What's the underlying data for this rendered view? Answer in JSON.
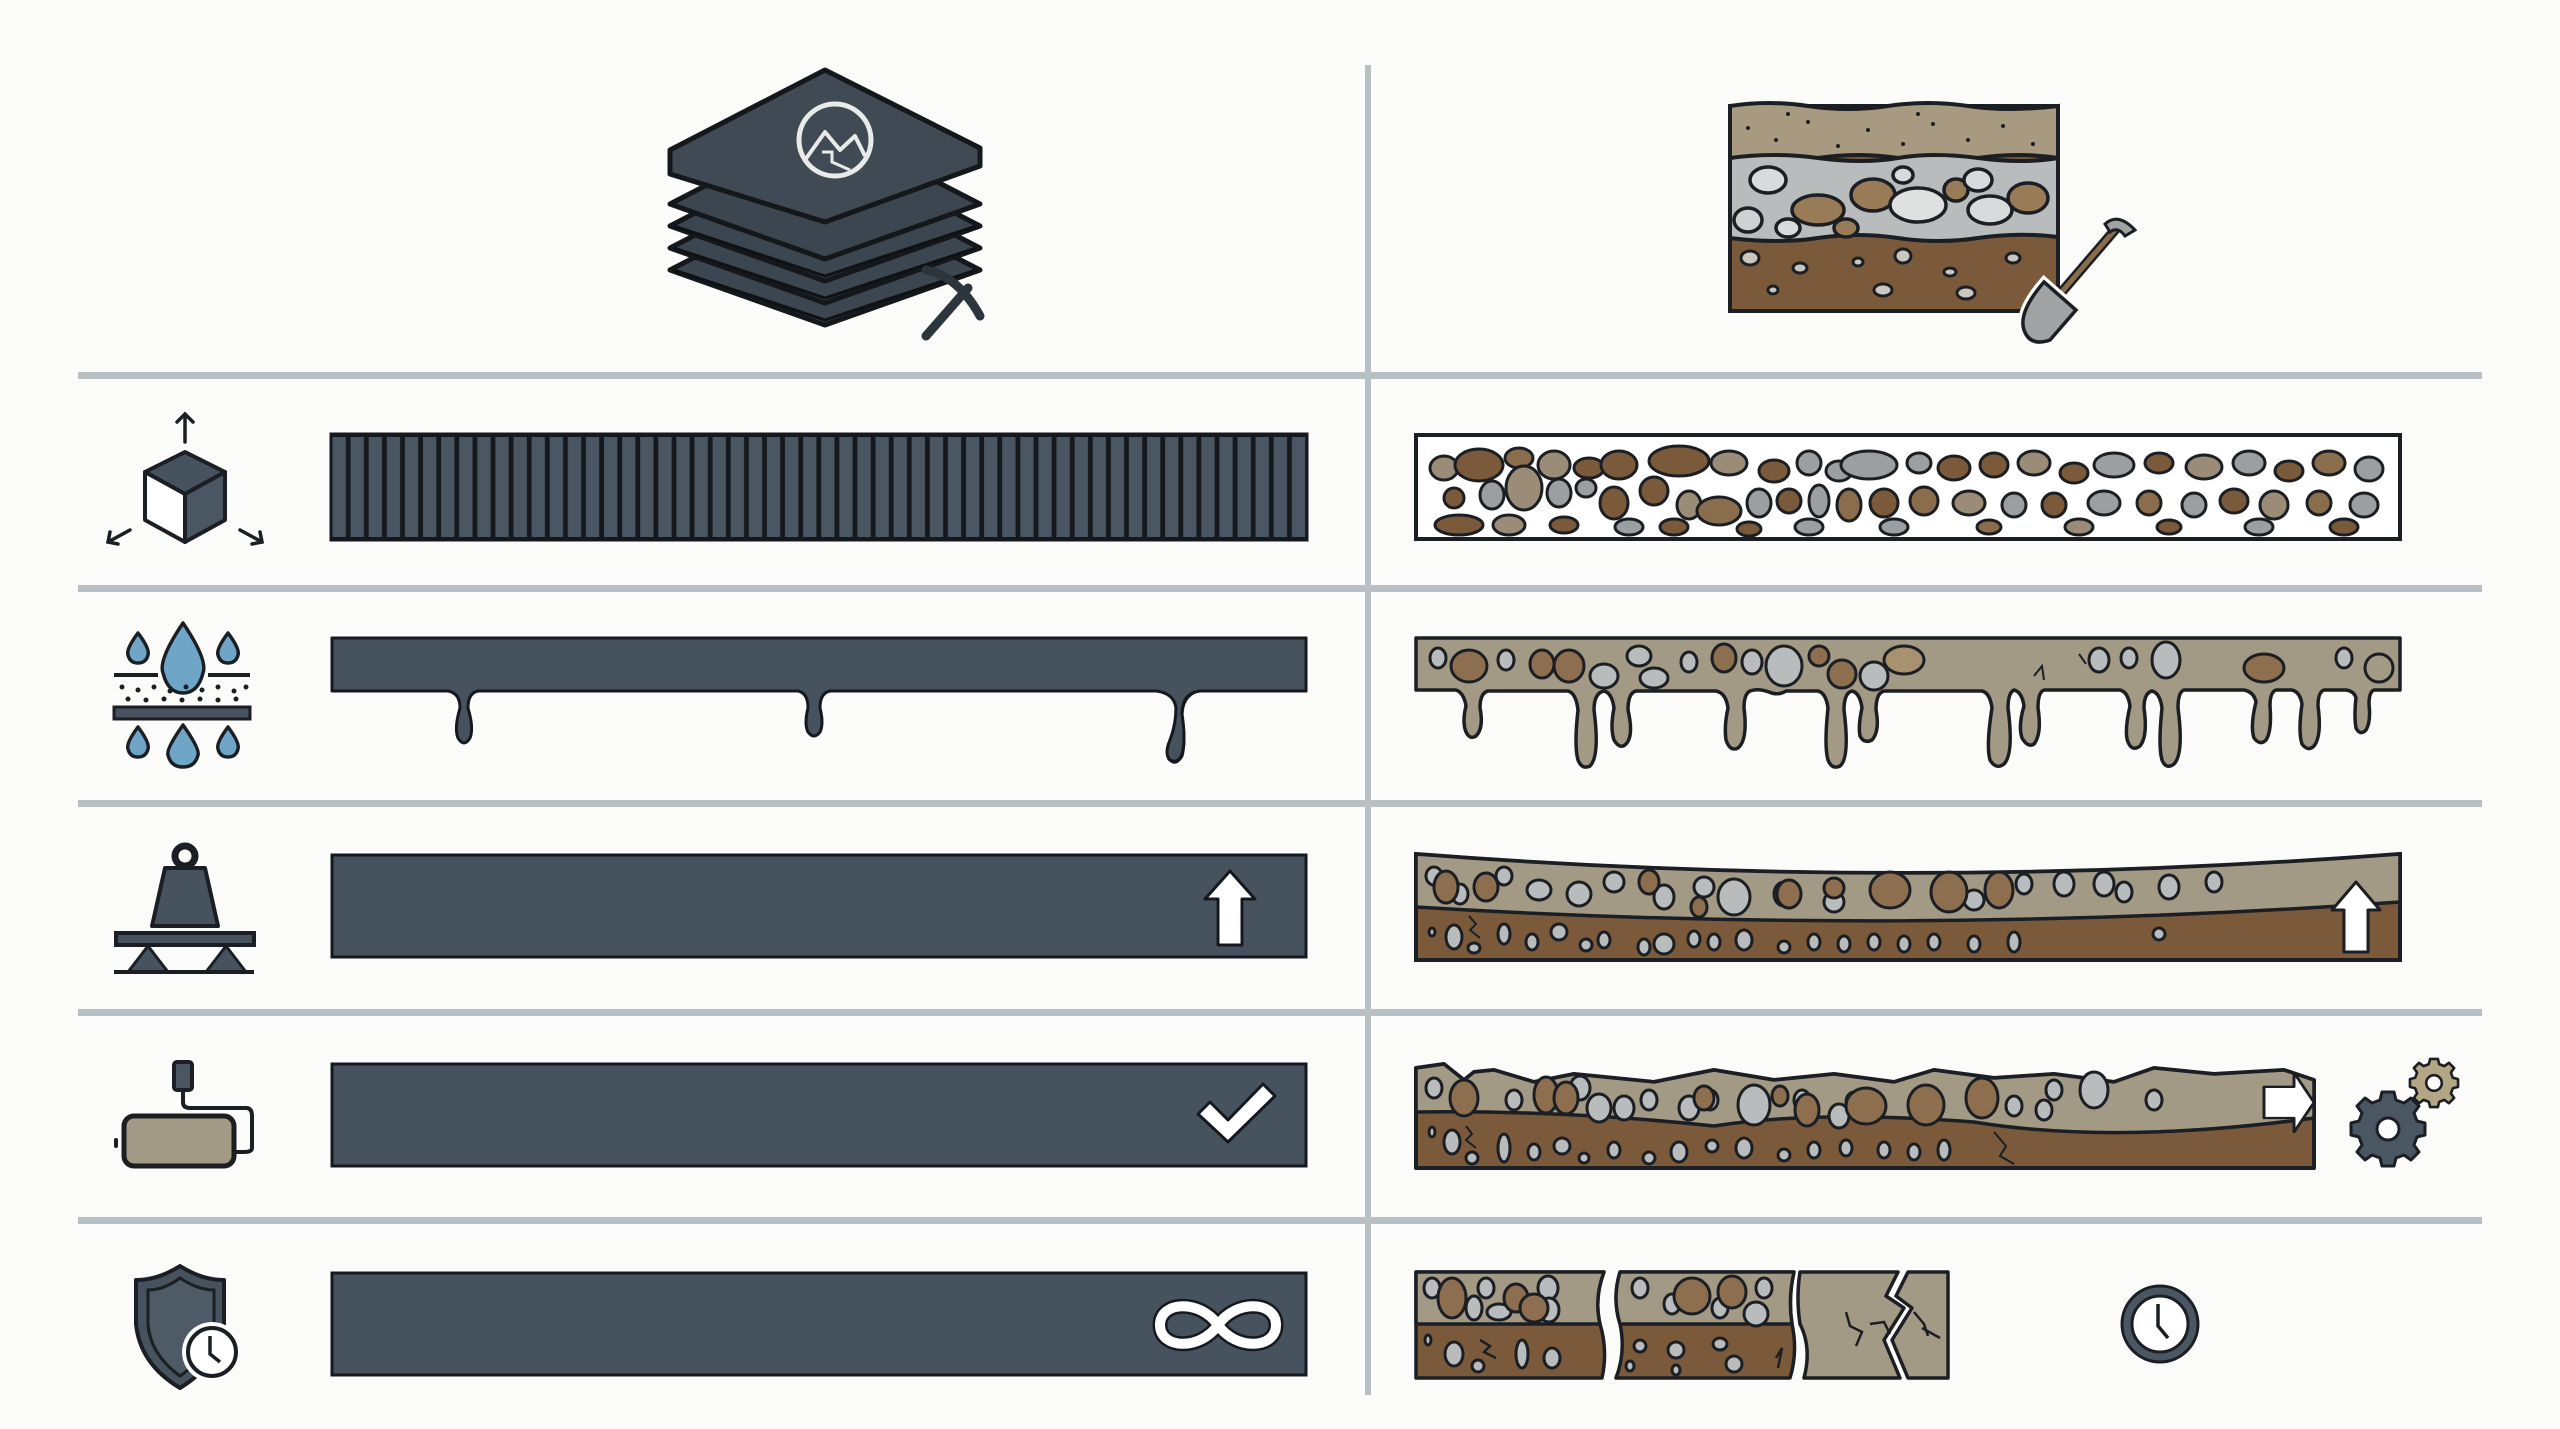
{
  "diagram": {
    "type": "comparison-table",
    "columns": [
      {
        "id": "geomembrane",
        "header_icon": "stacked-sheets-with-mountain-logo-icon",
        "accessory_icon": "pickaxe-icon"
      },
      {
        "id": "soil-aggregate",
        "header_icon": "soil-layers-cross-section-icon",
        "accessory_icon": "shovel-icon"
      }
    ],
    "rows": [
      {
        "id": "dimensional-uniformity",
        "row_icon": "cube-with-axes-icon",
        "left": {
          "visual": "uniform-ribbed-bar",
          "marker": null
        },
        "right": {
          "visual": "loose-irregular-gravel-bar",
          "marker": null
        }
      },
      {
        "id": "permeability",
        "row_icon": "water-drops-through-layer-icon",
        "left": {
          "visual": "solid-bar-few-drips",
          "drip_count": 3,
          "marker": null
        },
        "right": {
          "visual": "aggregate-bar-many-drips",
          "marker": null
        }
      },
      {
        "id": "load-bearing",
        "row_icon": "weight-on-beam-icon",
        "left": {
          "visual": "flat-solid-bar",
          "marker": "up-arrow-icon"
        },
        "right": {
          "visual": "sagging-two-layer-soil-bar",
          "marker": "up-arrow-icon"
        }
      },
      {
        "id": "installation",
        "row_icon": "paint-roller-icon",
        "left": {
          "visual": "flat-solid-bar",
          "marker": "checkmark-icon"
        },
        "right": {
          "visual": "uneven-surface-soil-bar",
          "marker": "right-arrow-icon",
          "extra": "gears-icon"
        }
      },
      {
        "id": "durability",
        "row_icon": "shield-with-clock-icon",
        "left": {
          "visual": "flat-solid-bar",
          "marker": "infinity-icon"
        },
        "right": {
          "visual": "degrading-soil-segments",
          "segments": 3,
          "marker": "clock-icon"
        }
      }
    ],
    "colors": {
      "background": "#fbfbfa",
      "grid": "#b9c0c4",
      "slate": "#46525e",
      "outline": "#1b1f23",
      "soil_dark": "#7a5a3a",
      "soil_light": "#a39a86",
      "gravel_grey": "#b8bcbd",
      "gravel_brown": "#8d6e4e",
      "water_blue": "#6fa6c8",
      "tan_gear": "#b3a684"
    }
  }
}
